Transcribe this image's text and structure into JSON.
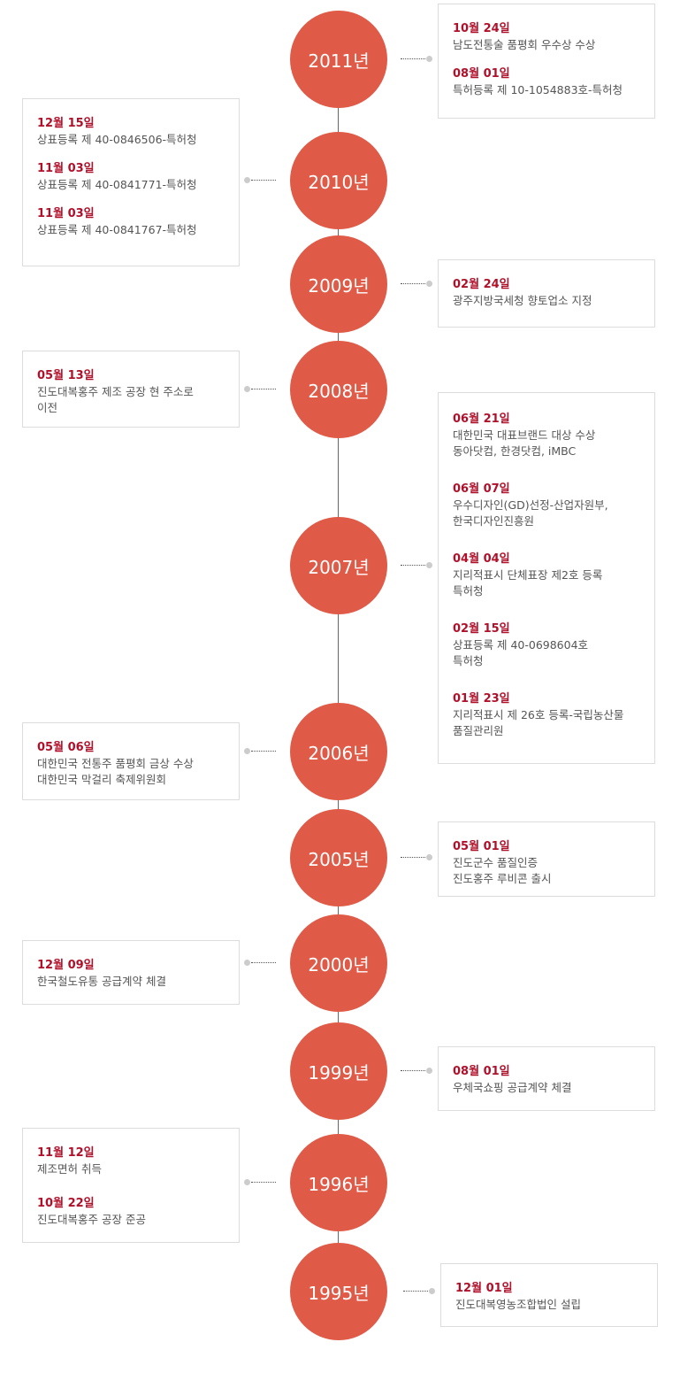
{
  "accent_color": "#e05a48",
  "date_color": "#b0102a",
  "timeline": [
    {
      "year": "2011년",
      "events": [
        {
          "date": "10월 24일",
          "text": "남도전통술 품평회 우수상 수상"
        },
        {
          "date": "08월 01일",
          "text": "특허등록 제 10-1054883호-특허청"
        }
      ]
    },
    {
      "year": "2010년",
      "events": [
        {
          "date": "12월 15일",
          "text": "상표등록 제 40-0846506-특허청"
        },
        {
          "date": "11월 03일",
          "text": "상표등록 제 40-0841771-특허청"
        },
        {
          "date": "11월 03일",
          "text": "상표등록 제 40-0841767-특허청"
        }
      ]
    },
    {
      "year": "2009년",
      "events": [
        {
          "date": "02월 24일",
          "text": "광주지방국세청 향토업소 지정"
        }
      ]
    },
    {
      "year": "2008년",
      "events": [
        {
          "date": "05월 13일",
          "text": "진도대복홍주 제조 공장 현 주소로\n이전"
        }
      ]
    },
    {
      "year": "2007년",
      "events": [
        {
          "date": "06월 21일",
          "text": "대한민국 대표브랜드 대상 수상\n동아닷컴, 한경닷컴, iMBC"
        },
        {
          "date": "06월 07일",
          "text": "우수디자인(GD)선정-산업자원부,\n한국디자인진흥원"
        },
        {
          "date": "04월 04일",
          "text": "지리적표시 단체표장 제2호 등록\n특허청"
        },
        {
          "date": "02월 15일",
          "text": "상표등록 제 40-0698604호\n특허청"
        },
        {
          "date": "01월 23일",
          "text": "지리적표시 제 26호 등록-국립농산물\n품질관리원"
        }
      ]
    },
    {
      "year": "2006년",
      "events": [
        {
          "date": "05월 06일",
          "text": "대한민국 전통주 품평회 금상 수상\n대한민국 막걸리 축제위원회"
        }
      ]
    },
    {
      "year": "2005년",
      "events": [
        {
          "date": "05월 01일",
          "text": "진도군수 품질인증\n진도홍주 루비콘 출시"
        }
      ]
    },
    {
      "year": "2000년",
      "events": [
        {
          "date": "12월 09일",
          "text": "한국철도유통 공급계약 체결"
        }
      ]
    },
    {
      "year": "1999년",
      "events": [
        {
          "date": "08월 01일",
          "text": "우체국쇼핑 공급계약 체결"
        }
      ]
    },
    {
      "year": "1996년",
      "events": [
        {
          "date": "11월 12일",
          "text": "제조면허 취득"
        },
        {
          "date": "10월 22일",
          "text": "진도대복홍주 공장 준공"
        }
      ]
    },
    {
      "year": "1995년",
      "events": [
        {
          "date": "12월 01일",
          "text": "진도대복영농조합법인 설립"
        }
      ]
    }
  ]
}
